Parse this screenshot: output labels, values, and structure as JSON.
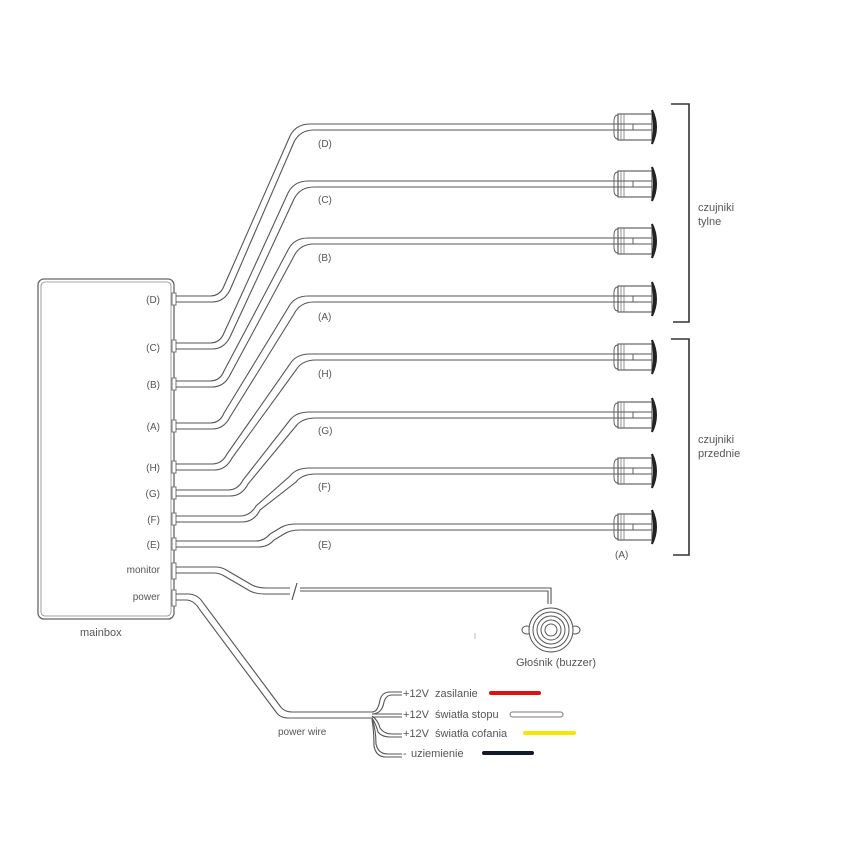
{
  "mainbox": {
    "label": "mainbox",
    "ports": [
      {
        "id": "D",
        "label": "(D)"
      },
      {
        "id": "C",
        "label": "(C)"
      },
      {
        "id": "B",
        "label": "(B)"
      },
      {
        "id": "A",
        "label": "(A)"
      },
      {
        "id": "H",
        "label": "(H)"
      },
      {
        "id": "G",
        "label": "(G)"
      },
      {
        "id": "F",
        "label": "(F)"
      },
      {
        "id": "E",
        "label": "(E)"
      }
    ],
    "monitor_label": "monitor",
    "power_label": "power"
  },
  "cables": [
    {
      "id": "D",
      "label": "(D)"
    },
    {
      "id": "C",
      "label": "(C)"
    },
    {
      "id": "B",
      "label": "(B)"
    },
    {
      "id": "A",
      "label": "(A)"
    },
    {
      "id": "H",
      "label": "(H)"
    },
    {
      "id": "G",
      "label": "(G)"
    },
    {
      "id": "F",
      "label": "(F)"
    },
    {
      "id": "E",
      "label": "(E)"
    }
  ],
  "sensor_groups": {
    "rear": {
      "line1": "czujniki",
      "line2": "tylne"
    },
    "front": {
      "line1": "czujniki",
      "line2": "przednie"
    },
    "sensor_tag": "(A)"
  },
  "buzzer": {
    "label": "Głośnik (buzzer)"
  },
  "power_wire": {
    "label": "power wire",
    "wires": [
      {
        "prefix": "+12V",
        "name": "zasilanie",
        "color": "#e01010"
      },
      {
        "prefix": "+12V",
        "name": "światła stopu",
        "color": "#ffffff"
      },
      {
        "prefix": "+12V",
        "name": "światła cofania",
        "color": "#f5e600"
      },
      {
        "prefix": "-",
        "name": "uziemienie",
        "color": "#141a2a"
      }
    ]
  }
}
